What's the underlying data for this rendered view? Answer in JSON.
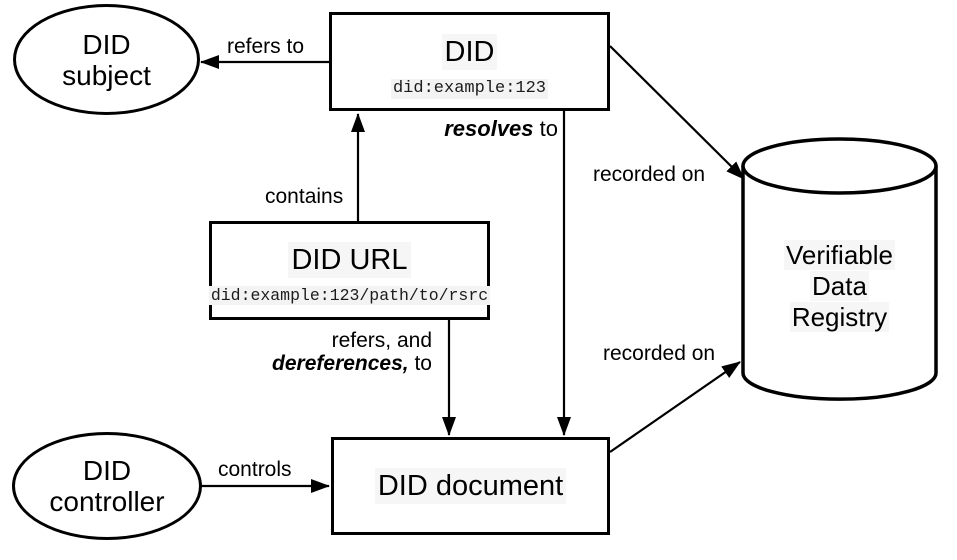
{
  "diagram": {
    "colors": {
      "stroke": "#000000",
      "background": "#ffffff",
      "text_highlight": "#f5f5f5"
    },
    "nodes": {
      "did_subject": {
        "shape": "ellipse",
        "line1": "DID",
        "line2": "subject"
      },
      "did": {
        "shape": "rect",
        "title": "DID",
        "identifier": "did:example:123"
      },
      "did_url": {
        "shape": "rect",
        "title": "DID URL",
        "identifier": "did:example:123/path/to/rsrc"
      },
      "did_document": {
        "shape": "rect",
        "title": "DID document"
      },
      "did_controller": {
        "shape": "ellipse",
        "line1": "DID",
        "line2": "controller"
      },
      "registry": {
        "shape": "cylinder",
        "line1": "Verifiable",
        "line2": "Data",
        "line3": "Registry"
      }
    },
    "edges": {
      "refers_to": {
        "label": "refers to"
      },
      "contains": {
        "label": "contains"
      },
      "resolves_to": {
        "emphasis": "resolves",
        "rest": " to"
      },
      "dereferences": {
        "line1": "refers, and",
        "emphasis": "dereferences,",
        "rest": " to"
      },
      "controls": {
        "label": "controls"
      },
      "recorded_on_did": {
        "label": "recorded on"
      },
      "recorded_on_doc": {
        "label": "recorded on"
      }
    }
  }
}
